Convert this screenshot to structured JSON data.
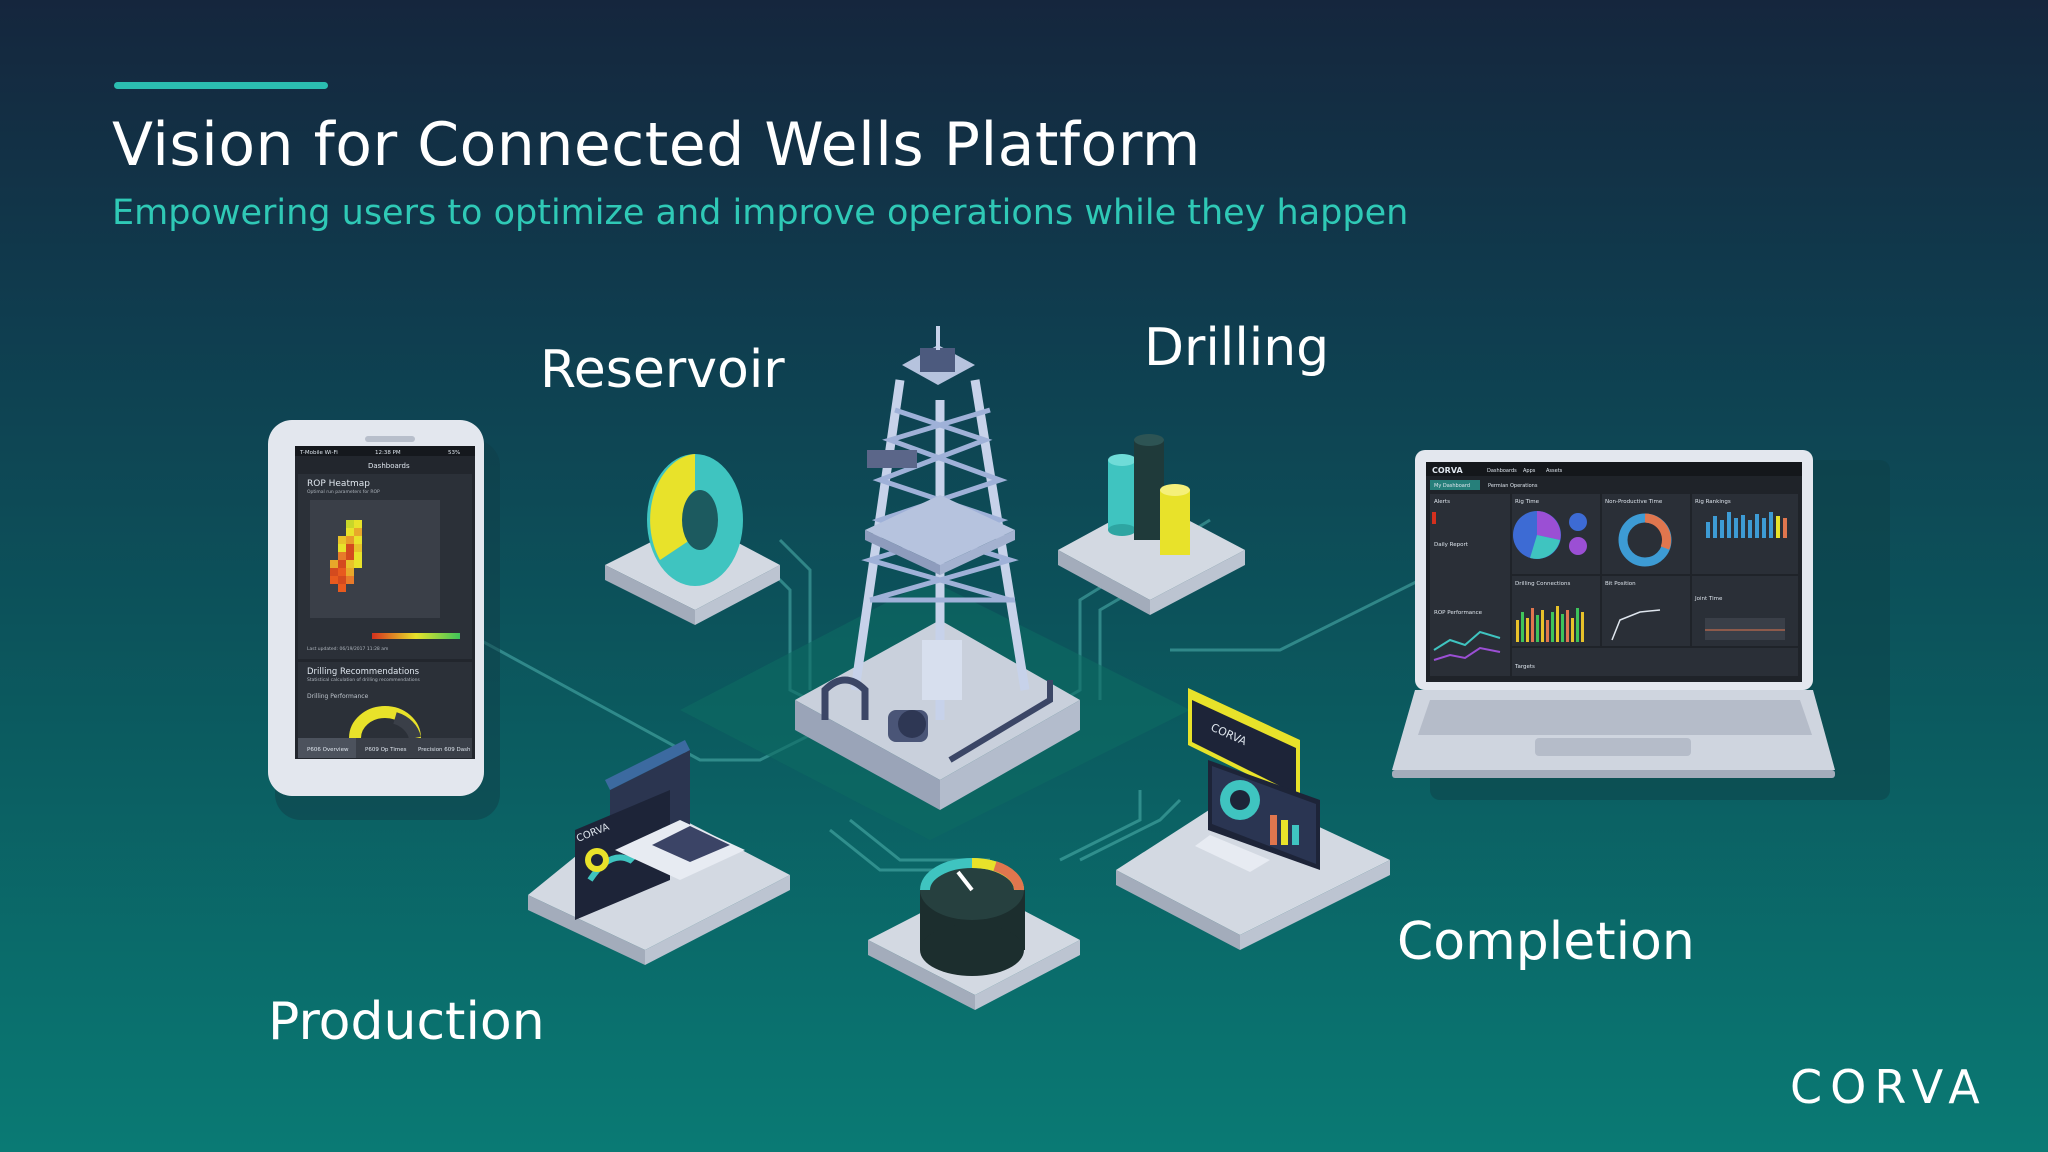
{
  "slide": {
    "title": "Vision for Connected Wells Platform",
    "subtitle": "Empowering users to optimize and improve operations while they happen",
    "brand": "CORVA"
  },
  "labels": {
    "reservoir": "Reservoir",
    "drilling": "Drilling",
    "completion": "Completion",
    "production": "Production"
  },
  "phone": {
    "status_left": "T-Mobile Wi-Fi",
    "status_time": "12:38 PM",
    "status_right": "53%",
    "header": "Dashboards",
    "card1_title": "ROP Heatmap",
    "card1_subtitle": "Optimal run parameters for ROP",
    "card1_footer": "Last updated: 06/19/2017 11:28 am",
    "card2_title": "Drilling Recommendations",
    "card2_subtitle": "Statistical calculation of drilling recommendations",
    "card2_section": "Drilling Performance",
    "tabs": [
      "P606 Overview",
      "P609 Op Times",
      "Precision 609 Dash"
    ]
  },
  "laptop": {
    "brand": "CORVA",
    "nav": [
      "Dashboards",
      "Apps",
      "Assets"
    ],
    "tabs": [
      "My Dashboard",
      "Permian Operations"
    ],
    "panels": [
      "Alerts",
      "Rig Time",
      "Non-Productive Time",
      "Rig Rankings",
      "Daily Report",
      "Drilling Connections",
      "Bit Position",
      "Joint Time",
      "ROP Performance",
      "Targets"
    ]
  },
  "colors": {
    "accent": "#2bbdb0",
    "subtitle": "#2fc9b6",
    "teal_cylinder": "#3fc4c0",
    "yellow": "#e8e22a",
    "dark_cylinder": "#1f3a3a",
    "platform": "#d3d9e2"
  },
  "icons": [
    "donut-chart-icon",
    "bar-cylinders-icon",
    "derrick-illustration",
    "gauge-icon",
    "monitor-stand-icon",
    "laptop-illustration",
    "phone-illustration"
  ]
}
